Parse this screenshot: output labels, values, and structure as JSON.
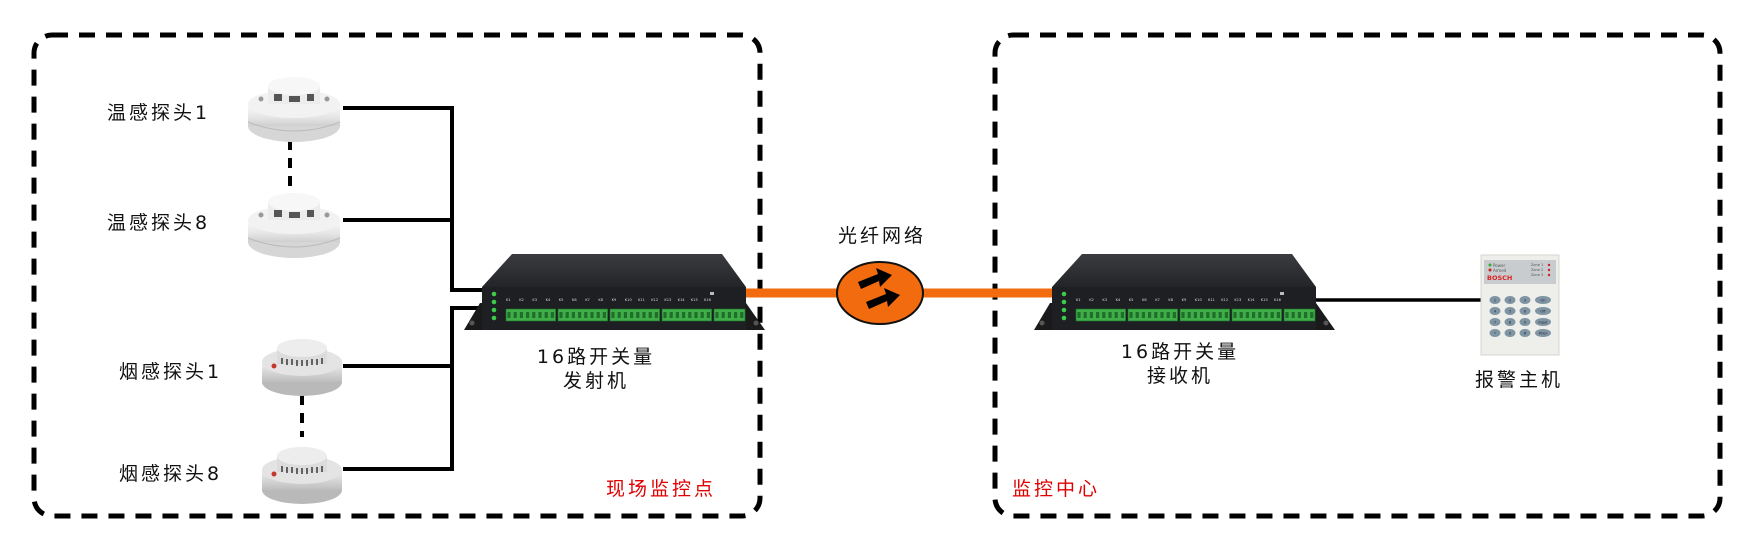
{
  "zones": {
    "site": {
      "label": "现场监控点"
    },
    "center": {
      "label": "监控中心"
    }
  },
  "detectors": [
    {
      "label": "温感探头1",
      "type": "heat"
    },
    {
      "label": "温感探头8",
      "type": "heat"
    },
    {
      "label": "烟感探头1",
      "type": "smoke"
    },
    {
      "label": "烟感探头8",
      "type": "smoke"
    }
  ],
  "transmitter": {
    "line1": "16路开关量",
    "line2": "发射机"
  },
  "receiver": {
    "line1": "16路开关量",
    "line2": "接收机"
  },
  "network": {
    "label": "光纤网络"
  },
  "alarm_host": {
    "label": "报警主机",
    "brand": "BOSCH",
    "indicators": [
      "Power",
      "Armed"
    ],
    "zones": [
      "Zone 1",
      "Zone 2",
      "Zone 3"
    ],
    "keys": [
      "1",
      "2",
      "3",
      "On",
      "4",
      "5",
      "6",
      "Off",
      "7",
      "8",
      "9",
      "Input",
      "*",
      "0",
      "#",
      "Prior"
    ]
  },
  "device_panel": {
    "channels": [
      "K1",
      "K2",
      "K3",
      "K4",
      "K5",
      "K6",
      "K7",
      "K8",
      "K9",
      "K10",
      "K11",
      "K12",
      "K13",
      "K14",
      "K15",
      "K16"
    ]
  },
  "colors": {
    "fiber": "#f26b0f",
    "zone_label": "#e00000",
    "terminal": "#3fae49",
    "device_body": "#1d1f22"
  }
}
